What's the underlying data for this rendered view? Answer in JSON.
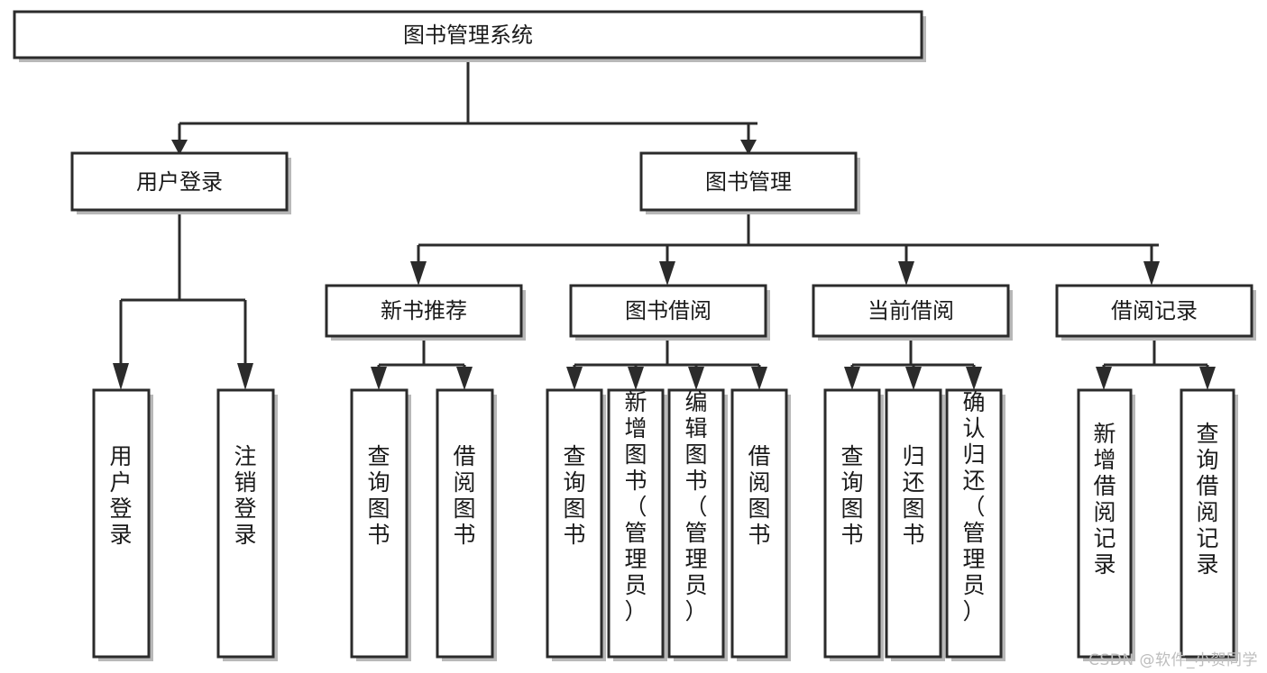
{
  "diagram": {
    "type": "tree",
    "title": "图书管理系统",
    "watermark": "CSDN @软件_小贺同学",
    "colors": {
      "box_fill": "#ffffff",
      "box_stroke": "#2b2b2b",
      "shadow": "#b8b8b8",
      "text": "#1a1a1a",
      "watermark": "#bdbdbd",
      "background": "#ffffff"
    },
    "nodes": {
      "root": {
        "label": "图书管理系统",
        "orientation": "horizontal",
        "level": 0
      },
      "l1_user_login": {
        "label": "用户登录",
        "orientation": "horizontal",
        "level": 1
      },
      "l1_book_manage": {
        "label": "图书管理",
        "orientation": "horizontal",
        "level": 1
      },
      "l2_new_book": {
        "label": "新书推荐",
        "orientation": "horizontal",
        "level": 2
      },
      "l2_borrow": {
        "label": "图书借阅",
        "orientation": "horizontal",
        "level": 2
      },
      "l2_current": {
        "label": "当前借阅",
        "orientation": "horizontal",
        "level": 2
      },
      "l2_records": {
        "label": "借阅记录",
        "orientation": "horizontal",
        "level": 2
      },
      "leaf_user_login": {
        "label": "用户登录",
        "orientation": "vertical",
        "level": 3
      },
      "leaf_logout": {
        "label": "注销登录",
        "orientation": "vertical",
        "level": 3
      },
      "leaf_query_book_1": {
        "label": "查询图书",
        "orientation": "vertical",
        "level": 3
      },
      "leaf_borrow_book_1": {
        "label": "借阅图书",
        "orientation": "vertical",
        "level": 3
      },
      "leaf_query_book_2": {
        "label": "查询图书",
        "orientation": "vertical",
        "level": 3
      },
      "leaf_add_book": {
        "label": "新增图书（管理员）",
        "orientation": "vertical",
        "level": 3
      },
      "leaf_edit_book": {
        "label": "编辑图书（管理员）",
        "orientation": "vertical",
        "level": 3
      },
      "leaf_borrow_book_2": {
        "label": "借阅图书",
        "orientation": "vertical",
        "level": 3
      },
      "leaf_query_book_3": {
        "label": "查询图书",
        "orientation": "vertical",
        "level": 3
      },
      "leaf_return_book": {
        "label": "归还图书",
        "orientation": "vertical",
        "level": 3
      },
      "leaf_confirm_return": {
        "label": "确认归还（管理员）",
        "orientation": "vertical",
        "level": 3
      },
      "leaf_add_record": {
        "label": "新增借阅记录",
        "orientation": "vertical",
        "level": 3
      },
      "leaf_query_record": {
        "label": "查询借阅记录",
        "orientation": "vertical",
        "level": 3
      }
    },
    "edges": [
      {
        "from": "root",
        "to": "l1_user_login"
      },
      {
        "from": "root",
        "to": "l1_book_manage"
      },
      {
        "from": "l1_user_login",
        "to": "leaf_user_login"
      },
      {
        "from": "l1_user_login",
        "to": "leaf_logout"
      },
      {
        "from": "l1_book_manage",
        "to": "l2_new_book"
      },
      {
        "from": "l1_book_manage",
        "to": "l2_borrow"
      },
      {
        "from": "l1_book_manage",
        "to": "l2_current"
      },
      {
        "from": "l1_book_manage",
        "to": "l2_records"
      },
      {
        "from": "l2_new_book",
        "to": "leaf_query_book_1"
      },
      {
        "from": "l2_new_book",
        "to": "leaf_borrow_book_1"
      },
      {
        "from": "l2_borrow",
        "to": "leaf_query_book_2"
      },
      {
        "from": "l2_borrow",
        "to": "leaf_add_book"
      },
      {
        "from": "l2_borrow",
        "to": "leaf_edit_book"
      },
      {
        "from": "l2_borrow",
        "to": "leaf_borrow_book_2"
      },
      {
        "from": "l2_current",
        "to": "leaf_query_book_3"
      },
      {
        "from": "l2_current",
        "to": "leaf_return_book"
      },
      {
        "from": "l2_current",
        "to": "leaf_confirm_return"
      },
      {
        "from": "l2_records",
        "to": "leaf_add_record"
      },
      {
        "from": "l2_records",
        "to": "leaf_query_record"
      }
    ]
  }
}
